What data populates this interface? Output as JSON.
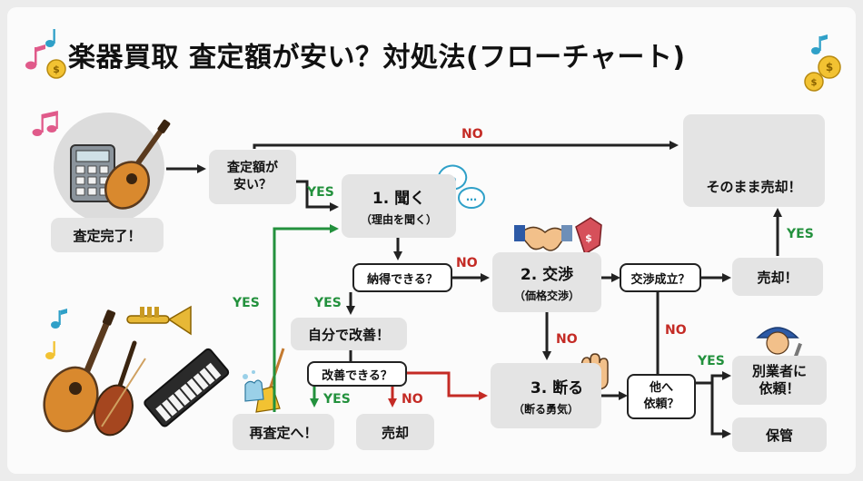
{
  "title": "楽器買取 査定額が安い？対処法(フローチャート)",
  "nodes": {
    "start": "査定完了！",
    "q_cheap": "査定額が\n安い？",
    "ask": {
      "title": "1. 聞く",
      "sub": "（理由を聞く）"
    },
    "q_convinced": "納得できる？",
    "improve": "自分で改善！",
    "q_improve": "改善できる？",
    "reassess": "再査定へ！",
    "sell_left": "売却",
    "negotiate": {
      "title": "2. 交渉",
      "sub": "（価格交渉）"
    },
    "q_deal": "交渉成立？",
    "sell_right": "売却！",
    "sell_asis": "そのまま売却！",
    "refuse": {
      "title": "3. 断る",
      "sub": "（断る勇気）"
    },
    "q_other": "他へ\n依頼？",
    "other_vendor": "別業者に\n依頼！",
    "keep": "保管"
  },
  "labels": {
    "no_top": "NO",
    "yes_ask": "YES",
    "no_convinced": "NO",
    "yes_convinced": "YES",
    "yes_reassess": "YES",
    "yes_improve": "YES",
    "no_improve": "NO",
    "no_negotiate": "NO",
    "no_deal": "NO",
    "yes_sell": "YES",
    "yes_other": "YES"
  },
  "colors": {
    "green": "#23913d",
    "red": "#c42b25",
    "black": "#222222",
    "box": "#e4e4e4"
  }
}
